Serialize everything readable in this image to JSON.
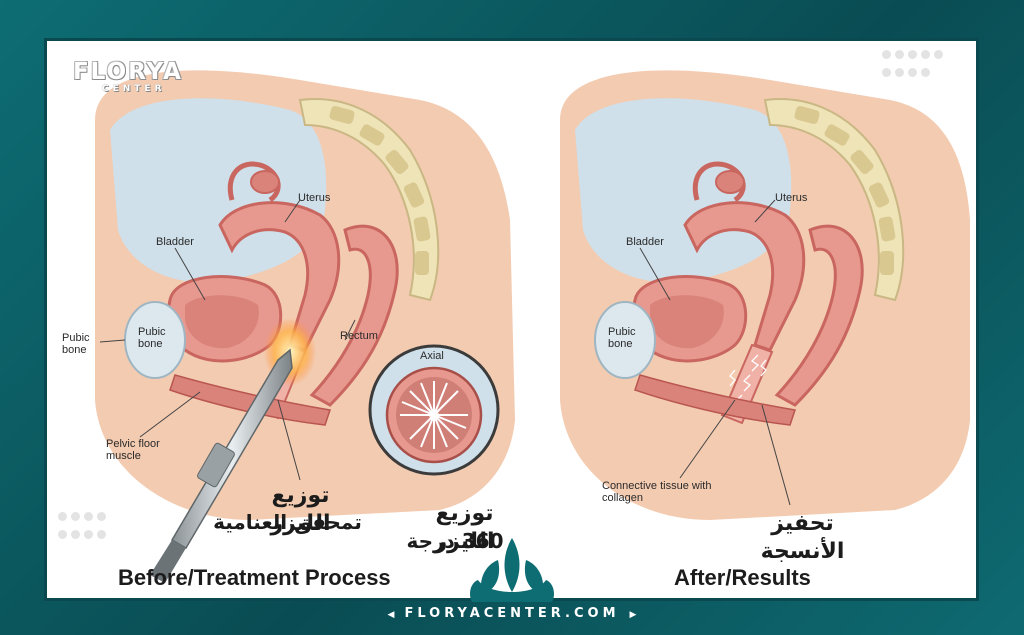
{
  "brand": {
    "logo_main": "FLORYA",
    "logo_sub": "CENTER",
    "website": "FLORYACENTER.COM"
  },
  "left_panel": {
    "labels": {
      "uterus": "Uterus",
      "bladder": "Bladder",
      "pubic_bone_outer": "Pubic bone",
      "pubic_bone_inner": "Pubic bone",
      "rectum": "Rectum",
      "pelvic_floor": "Pelvic floor muscle"
    },
    "arabic_laser": "توزيع الليزر",
    "arabic_laser_sub": "تمحفق العنامية",
    "caption": "Before/Treatment Process"
  },
  "inset": {
    "title": "Axial",
    "arabic_line1": "توزيع الليزر",
    "arabic_line2": "360 درجة"
  },
  "right_panel": {
    "labels": {
      "uterus": "Uterus",
      "bladder": "Bladder",
      "pubic_bone": "Pubic bone",
      "connective": "Connective tissue with collagen"
    },
    "arabic_tissue": "تحفيز الأنسجة",
    "caption": "After/Results"
  },
  "colors": {
    "frame": "#0d6d73",
    "panel": "#ffffff",
    "skin": "#f2c9ae",
    "organ": "#e8998f",
    "organ_dark": "#c9665f",
    "cavity": "#cfe0ea",
    "bone": "#efe3b8",
    "laser": "#ffb347"
  }
}
